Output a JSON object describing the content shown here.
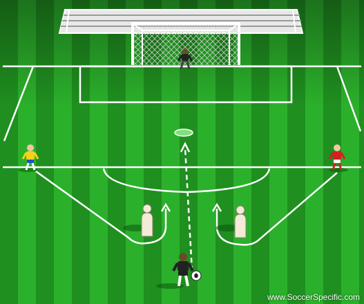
{
  "diagram": {
    "title": "",
    "colors": {
      "grass_dark": "#1f8f1f",
      "grass_light": "#2bb02b",
      "line": "#ffffff",
      "mannequin": "#f3ead8",
      "goalkeeper_kit": "#222222",
      "yellow_kit": "#f2d21b",
      "red_kit": "#d42020"
    },
    "players": [
      {
        "role": "goalkeeper",
        "kit": "black"
      },
      {
        "role": "winger-left",
        "kit": "yellow"
      },
      {
        "role": "winger-right",
        "kit": "red"
      },
      {
        "role": "server",
        "kit": "black"
      }
    ],
    "mannequins": 2,
    "ball": "soccer-ball-icon"
  },
  "watermark": "www.SoccerSpecific.com"
}
